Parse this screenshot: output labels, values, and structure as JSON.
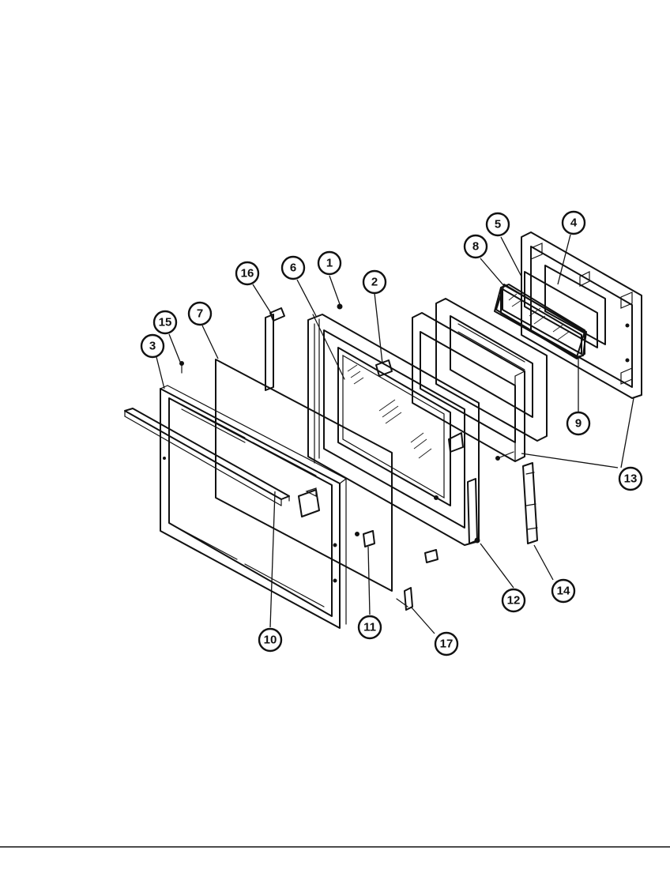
{
  "callouts": [
    {
      "label": "1"
    },
    {
      "label": "2"
    },
    {
      "label": "3"
    },
    {
      "label": "4"
    },
    {
      "label": "5"
    },
    {
      "label": "6"
    },
    {
      "label": "7"
    },
    {
      "label": "8"
    },
    {
      "label": "9"
    },
    {
      "label": "10"
    },
    {
      "label": "11"
    },
    {
      "label": "12"
    },
    {
      "label": "13"
    },
    {
      "label": "14"
    },
    {
      "label": "15"
    },
    {
      "label": "16"
    },
    {
      "label": "17"
    }
  ]
}
